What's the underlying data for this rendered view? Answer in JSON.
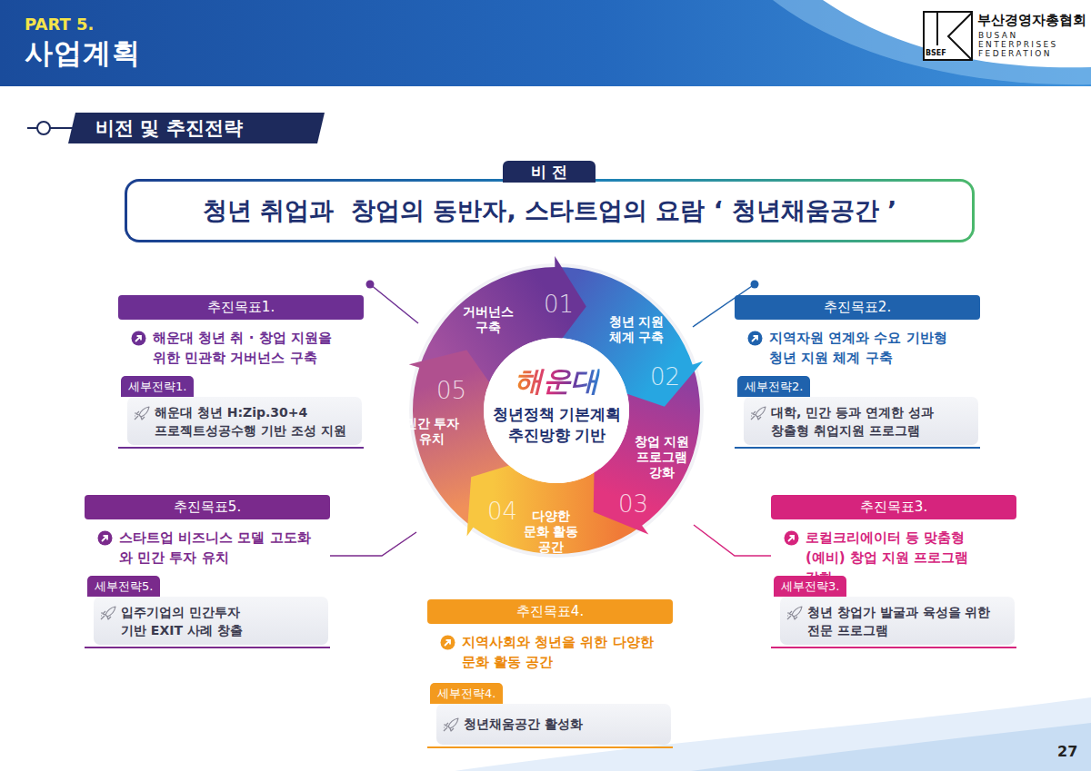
{
  "diagram": {
    "title": "사업계획",
    "nodes": [
      {
        "text": [
          "비전 및 추진전략"
        ]
      },
      {
        "text": [
          "비 전",
          "청년 취업과  창업의 동반자, 스타트업의 요람 ‘ 청년채움공간 ’"
        ]
      },
      {
        "text": [
          "01",
          "거버넌스 구축"
        ]
      },
      {
        "text": [
          "02",
          "청년 지원 체계 구축"
        ]
      },
      {
        "text": [
          "03",
          "창업 지원 프로그램 강화"
        ]
      },
      {
        "text": [
          "04",
          "다양한 문화 활동 공간"
        ]
      },
      {
        "text": [
          "05",
          "민간 투자 유치"
        ]
      },
      {
        "text": [
          "해운대",
          "청년정책 기본계획 추진방향 기반"
        ]
      },
      {
        "text": [
          "추진목표1.",
          "해운대 청년 취 · 창업 지원을 위한 민관학 거버넌스 구축"
        ]
      },
      {
        "text": [
          "세부전략1.",
          "해운대 청년 H:Zip.30+4 프로젝트성공수행 기반 조성 지원"
        ]
      },
      {
        "text": [
          "추진목표2.",
          "지역자원 연계와 수요 기반형 청년 지원 체계 구축"
        ]
      },
      {
        "text": [
          "세부전략2.",
          "대학, 민간 등과 연계한 성과 창출형 취업지원 프로그램"
        ]
      },
      {
        "text": [
          "추진목표5.",
          "스타트업 비즈니스 모델 고도화 와 민간 투자 유치"
        ]
      },
      {
        "text": [
          "세부전략5.",
          "입주기업의 민간투자 기반 EXIT 사례 창출"
        ]
      },
      {
        "text": [
          "추진목표3.",
          "로컬크리에이터 등 맞춤형 (예비) 창업 지원 프로그램 강화"
        ]
      },
      {
        "text": [
          "세부전략3.",
          "청년 창업가 발굴과 육성을 위한 전문 프로그램"
        ]
      },
      {
        "text": [
          "추진목표4.",
          "지역사회와 청년을 위한 다양한 문화 활동 공간"
        ]
      },
      {
        "text": [
          "세부전략4.",
          "청년채움공간 활성화"
        ]
      }
    ],
    "edges": [
      {
        "from": 2,
        "to": 8,
        "arrow": "none"
      },
      {
        "from": 3,
        "to": 10,
        "arrow": "none"
      },
      {
        "from": 4,
        "to": 14,
        "arrow": "none"
      },
      {
        "from": 6,
        "to": 12,
        "arrow": "none"
      }
    ],
    "labels": [
      "PART 5.",
      "부산경영자총협회",
      "BUSAN ENTERPRISES FEDERATION",
      "BSEF",
      "27"
    ]
  }
}
